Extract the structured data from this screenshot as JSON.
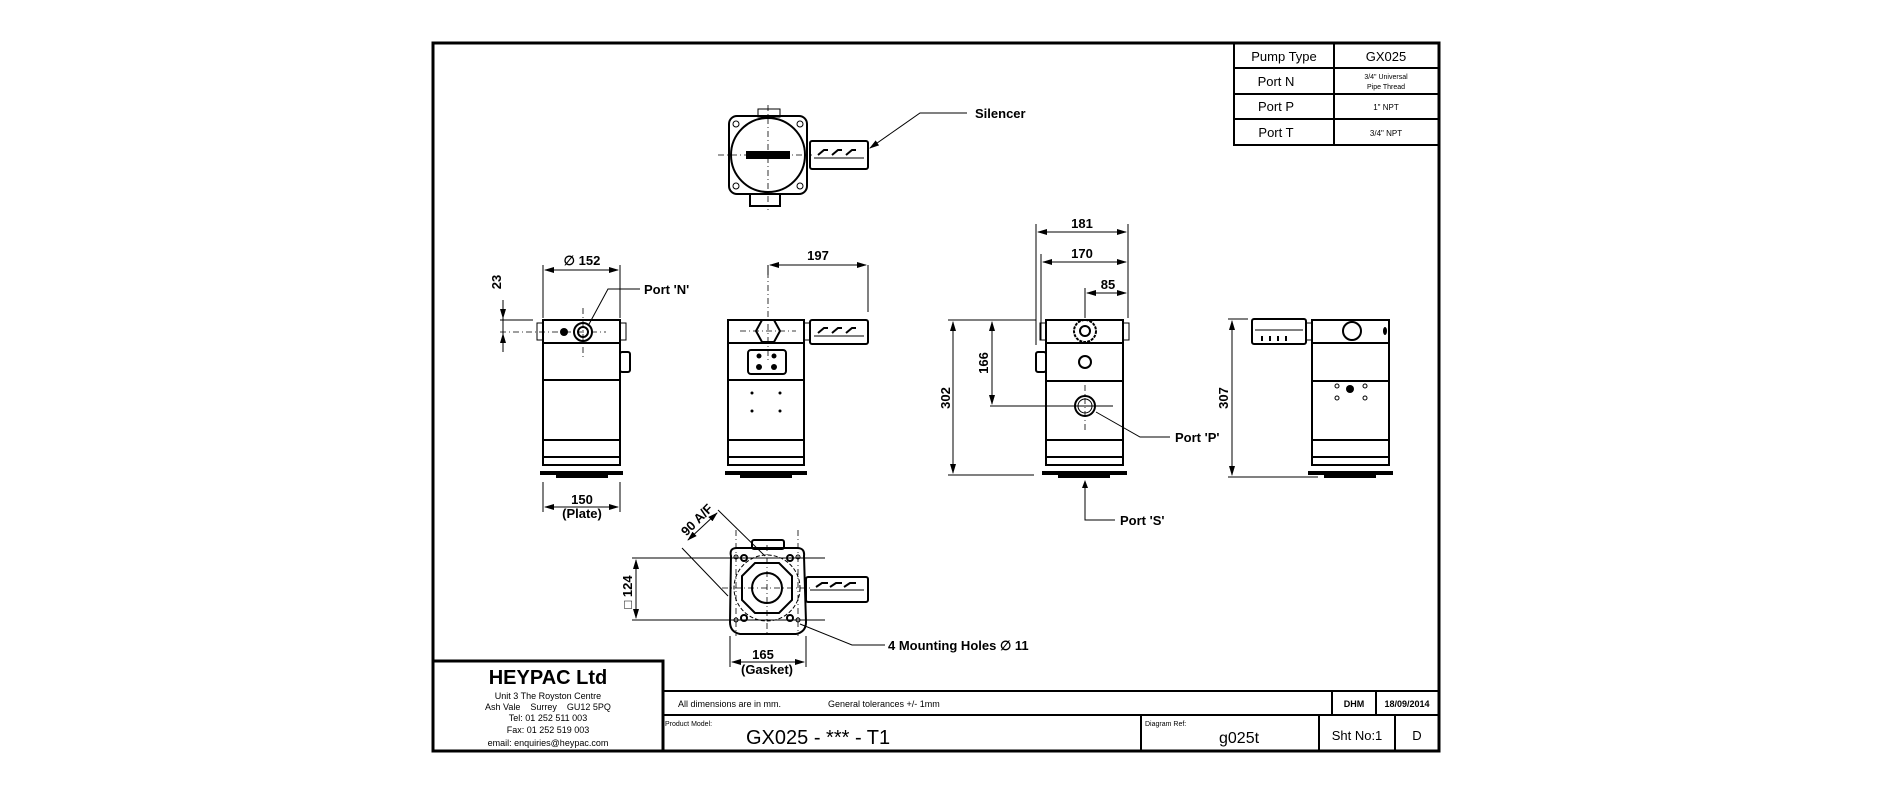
{
  "spec_table": {
    "header": {
      "label": "Pump Type",
      "value": "GX025"
    },
    "rows": [
      {
        "label": "Port N",
        "value_line1": "3/4\" Universal",
        "value_line2": "Pipe Thread"
      },
      {
        "label": "Port P",
        "value_line1": "1\" NPT",
        "value_line2": ""
      },
      {
        "label": "Port T",
        "value_line1": "3/4\" NPT",
        "value_line2": ""
      }
    ]
  },
  "callouts": {
    "silencer": "Silencer",
    "port_n": "Port 'N'",
    "port_p": "Port 'P'",
    "port_s": "Port 'S'",
    "mounting_holes": "4 Mounting Holes ∅ 11"
  },
  "dimensions": {
    "dia_152": "∅ 152",
    "d23": "23",
    "d197": "197",
    "d150": "150",
    "plate": "(Plate)",
    "d181": "181",
    "d170": "170",
    "d85": "85",
    "d166": "166",
    "d302": "302",
    "d307": "307",
    "af90": "90 A/F",
    "sq124": "□ 124",
    "d165": "165",
    "gasket": "(Gasket)"
  },
  "company": {
    "name": "HEYPAC Ltd",
    "address1": "Unit 3 The Royston Centre",
    "address2": "Ash Vale    Surrey    GU12 5PQ",
    "tel": "Tel: 01 252 511 003",
    "fax": "Fax: 01 252 519 003",
    "email": "email: enquiries@heypac.com"
  },
  "title_block": {
    "note_units": "All dimensions are in mm.",
    "note_tolerance": "General tolerances +/- 1mm",
    "drawn_by": "DHM",
    "date": "18/09/2014",
    "product_model_label": "Product Model:",
    "product_model": "GX025 - *** - T1",
    "diagram_ref_label": "Diagram Ref:",
    "diagram_ref": "g025t",
    "sheet": "Sht No:1",
    "revision": "D"
  }
}
